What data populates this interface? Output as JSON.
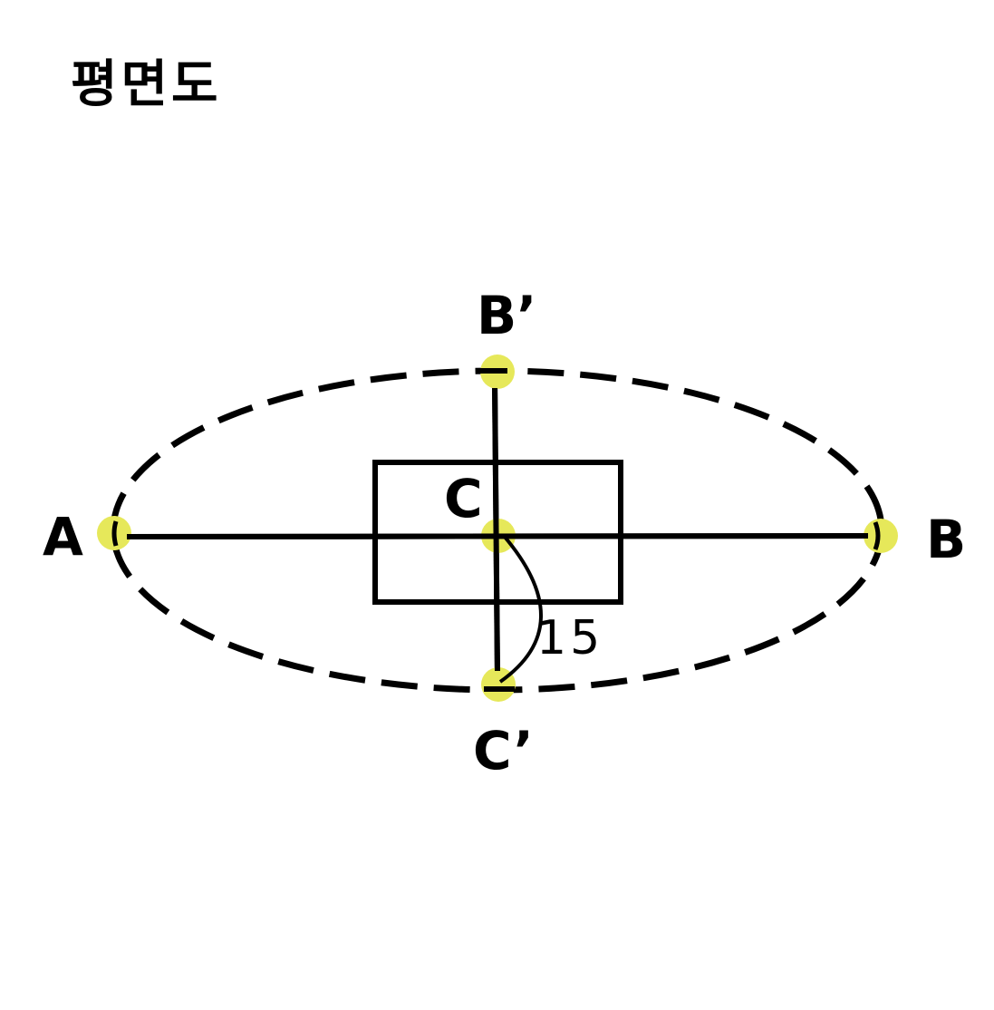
{
  "title": "평면도",
  "labels": {
    "a": "A",
    "b": "B",
    "b_prime": "B’",
    "c": "C",
    "c_prime": "C’"
  },
  "angle_value": "15",
  "colors": {
    "line": "#000000",
    "point": "#e6e85a",
    "background": "#ffffff"
  }
}
